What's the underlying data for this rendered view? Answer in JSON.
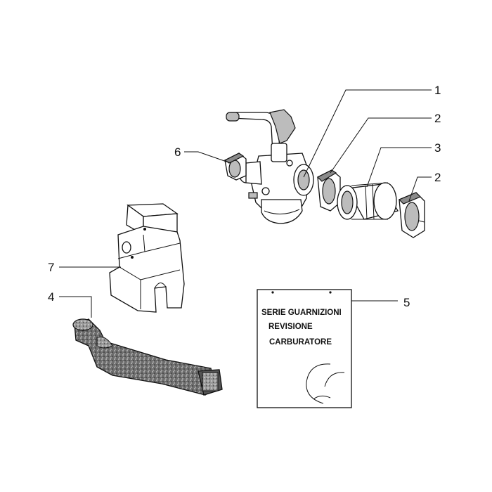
{
  "callouts": [
    {
      "id": "1",
      "label": "1"
    },
    {
      "id": "2a",
      "label": "2"
    },
    {
      "id": "3",
      "label": "3"
    },
    {
      "id": "2b",
      "label": "2"
    },
    {
      "id": "6",
      "label": "6"
    },
    {
      "id": "7",
      "label": "7"
    },
    {
      "id": "4",
      "label": "4"
    },
    {
      "id": "5",
      "label": "5"
    }
  ],
  "kit_label": {
    "line1": "SERIE GUARNIZIONI",
    "line2": "REVISIONE",
    "line3": "CARBURATORE"
  }
}
